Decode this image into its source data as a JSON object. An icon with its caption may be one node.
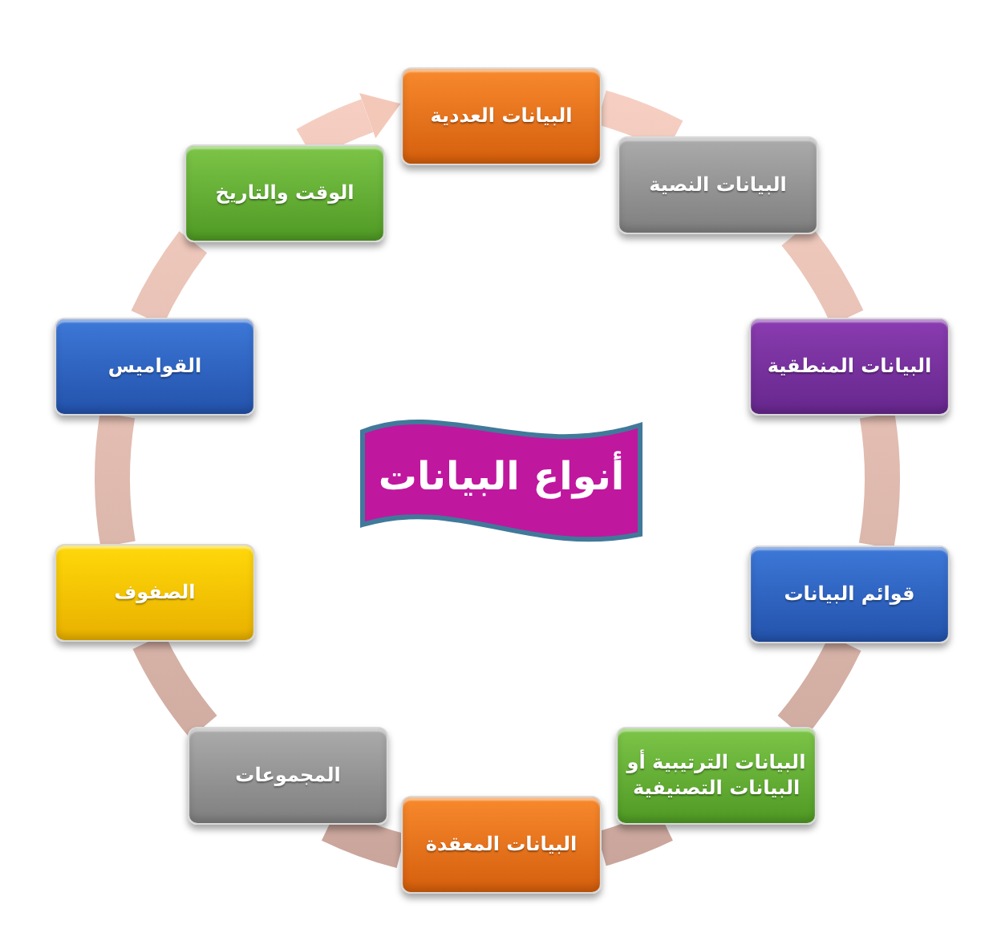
{
  "diagram": {
    "nodes": [
      {
        "text": [
          "أنواع البيانات"
        ]
      },
      {
        "text": [
          "البيانات العددية"
        ]
      },
      {
        "text": [
          "البيانات النصية"
        ]
      },
      {
        "text": [
          "البيانات المنطقية"
        ]
      },
      {
        "text": [
          "قوائم البيانات"
        ]
      },
      {
        "text": [
          "البيانات الترتيبية أو البيانات التصنيفية"
        ]
      },
      {
        "text": [
          "البيانات المعقدة"
        ]
      },
      {
        "text": [
          "المجموعات"
        ]
      },
      {
        "text": [
          "الصفوف"
        ]
      },
      {
        "text": [
          "القواميس"
        ]
      },
      {
        "text": [
          "الوقت والتاريخ"
        ]
      }
    ],
    "edges": [
      {
        "from": 1,
        "to": 2,
        "arrow": "none"
      },
      {
        "from": 2,
        "to": 3,
        "arrow": "none"
      },
      {
        "from": 3,
        "to": 4,
        "arrow": "none"
      },
      {
        "from": 4,
        "to": 5,
        "arrow": "none"
      },
      {
        "from": 5,
        "to": 6,
        "arrow": "none"
      },
      {
        "from": 6,
        "to": 7,
        "arrow": "none"
      },
      {
        "from": 7,
        "to": 8,
        "arrow": "none"
      },
      {
        "from": 8,
        "to": 9,
        "arrow": "none"
      },
      {
        "from": 9,
        "to": 10,
        "arrow": "none"
      },
      {
        "from": 10,
        "to": 1,
        "arrow": "to"
      }
    ]
  }
}
